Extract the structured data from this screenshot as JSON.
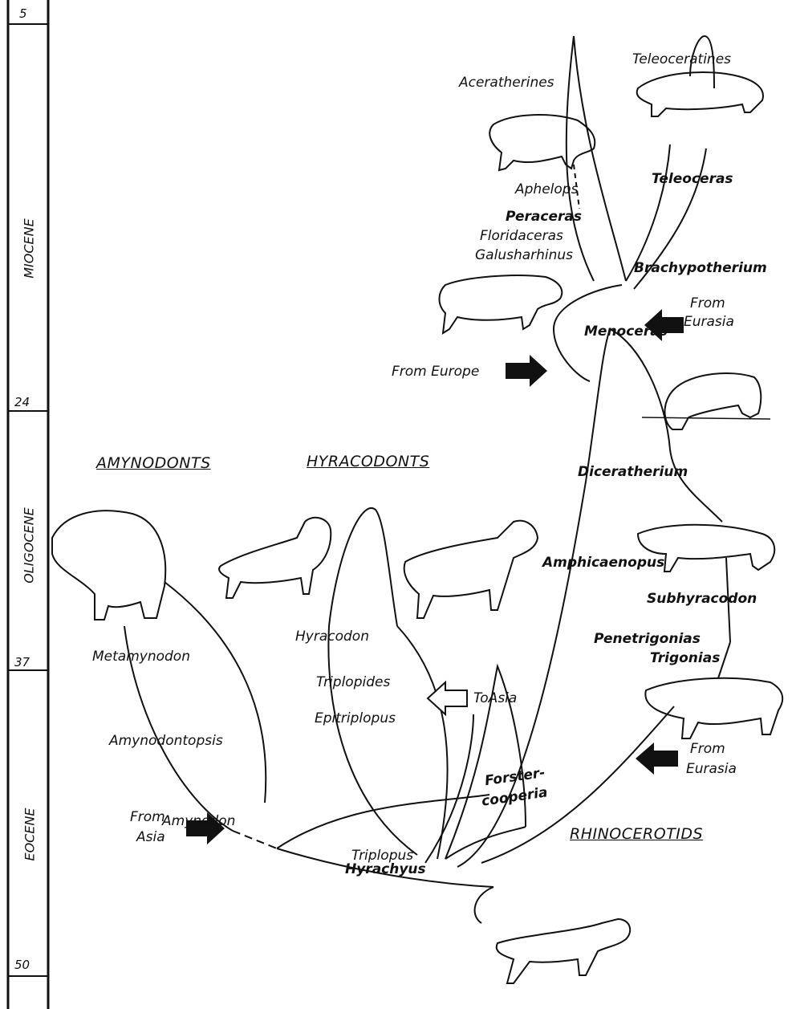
{
  "timescale": {
    "ticks": [
      "5",
      "24",
      "37",
      "50"
    ],
    "epochs": [
      "MIOCENE",
      "OLIGOCENE",
      "EOCENE"
    ]
  },
  "groups": {
    "amynodonts": "AMYNODONTS",
    "hyracodonts": "HYRACODONTS",
    "rhinocerotids": "RHINOCEROTIDS"
  },
  "taxa": {
    "aceratherines": "Aceratherines",
    "teleoceratines": "Teleoceratines",
    "aphelops": "Aphelops",
    "peraceras": "Peraceras",
    "floridaceras": "Floridaceras",
    "galusharhinus": "Galusharhinus",
    "teleoceras": "Teleoceras",
    "brachypotherium": "Brachypotherium",
    "menoceras": "Menoceras",
    "diceratherium": "Diceratherium",
    "amphicaenopus": "Amphicaenopus",
    "subhyracodon": "Subhyracodon",
    "penetrigonias": "Penetrigonias",
    "trigonias": "Trigonias",
    "metamynodon": "Metamynodon",
    "amynodontopsis": "Amynodontopsis",
    "amynodon": "Amynodon",
    "hyracodon": "Hyracodon",
    "triplopides": "Triplopides",
    "epitriplopus": "Epitriplopus",
    "triplopus": "Triplopus",
    "forstercooperia_1": "Forster-",
    "forstercooperia_2": "cooperia",
    "hyrachyus": "Hyrachyus"
  },
  "migrations": {
    "from_europe": "From Europe",
    "from_eurasia_top_1": "From",
    "from_eurasia_top_2": "Eurasia",
    "to_asia": "ToAsia",
    "from_eurasia_bottom_1": "From",
    "from_eurasia_bottom_2": "Eurasia",
    "from_asia_1": "From",
    "from_asia_2": "Asia"
  },
  "colors": {
    "ink": "#111111",
    "paper": "#ffffff"
  }
}
